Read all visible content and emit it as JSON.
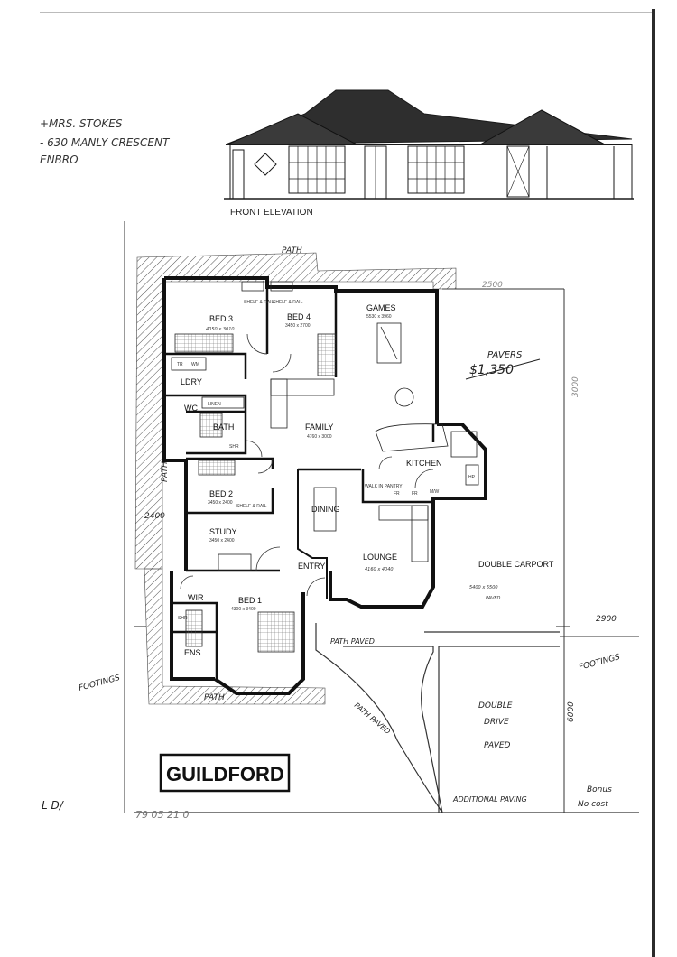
{
  "header_notes": [
    "+MRS. STOKES",
    "- 630 MANLY CRESCENT",
    "ENBRO"
  ],
  "elevation_label": "FRONT ELEVATION",
  "rooms": {
    "bed3": {
      "name": "BED 3",
      "dims": "4050 x 3010"
    },
    "bed4": {
      "name": "BED 4",
      "dims": "3450 x 2700"
    },
    "games": {
      "name": "GAMES",
      "dims": "5530 x 3960"
    },
    "ldry": {
      "name": "LDRY"
    },
    "linen": {
      "name": "LINEN"
    },
    "wc": {
      "name": "WC"
    },
    "bath": {
      "name": "BATH"
    },
    "family": {
      "name": "FAMILY",
      "dims": "4760 x 3000"
    },
    "kitchen": {
      "name": "KITCHEN"
    },
    "bed2": {
      "name": "BED 2",
      "dims": "3450 x 2400"
    },
    "dining": {
      "name": "DINING"
    },
    "study": {
      "name": "STUDY",
      "dims": "3450 x 2400"
    },
    "entry": {
      "name": "ENTRY"
    },
    "lounge": {
      "name": "LOUNGE",
      "dims": "4160 x 4040"
    },
    "double_carport": {
      "name": "DOUBLE CARPORT",
      "dims": "5400 x 5500",
      "note": "PAVED"
    },
    "wir": {
      "name": "WIR"
    },
    "bed1": {
      "name": "BED 1",
      "dims": "4300 x 3400"
    },
    "ens": {
      "name": "ENS"
    }
  },
  "fixtures": {
    "shelf_rail": "SHELF & RAIL",
    "tr": "TR",
    "wm": "WM",
    "shr": "SHR",
    "walk_in_pantry": "WALK IN PANTRY",
    "fr": "FR",
    "mw": "M/W",
    "hp": "HP"
  },
  "annotations": {
    "path_top": "PATH",
    "path_left": "PATH",
    "path_bottom": "PATH",
    "paved_top": "PAVERS",
    "paved_price": "$1,350",
    "dim_2500": "2500",
    "dim_2400": "2400",
    "dim_2900": "2900",
    "dim_6000": "6000",
    "dim_3000": "3000",
    "footings_left": "FOOTINGS",
    "footings_right": "FOOTINGS",
    "path_paved_1": "PATH  PAVED",
    "path_paved_2": "PATH  PAVED",
    "double_drive": "DOUBLE",
    "drive": "DRIVE",
    "drive_paved": "PAVED",
    "additional_paving": "ADDITIONAL PAVING",
    "bonus_1": "Bonus",
    "bonus_2": "No cost",
    "bottom_left": "L D/",
    "bottom_strip": "79  05  21 0"
  },
  "plan_title": "GUILDFORD",
  "colors": {
    "ink": "#1a1a1a",
    "roof": "#333333",
    "paper": "#ffffff"
  }
}
